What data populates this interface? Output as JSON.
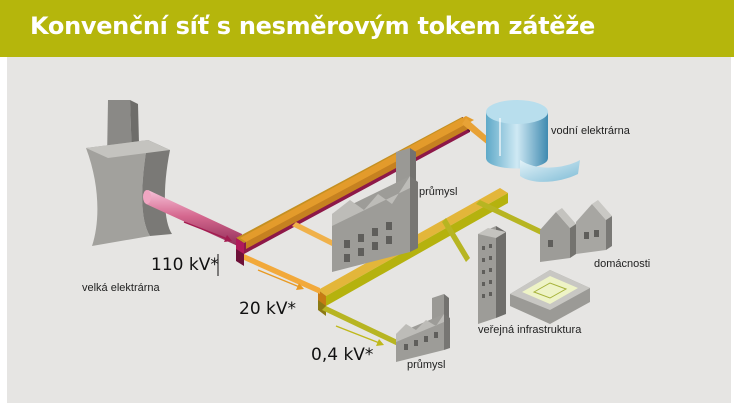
{
  "title": "Konvenční síť s nesměrovým tokem zátěže",
  "labels": {
    "power_plant": "velká elektrárna",
    "hydro_plant": "vodní elektrárna",
    "industry_top": "průmysl",
    "households": "domácnosti",
    "public_infrastructure": "veřejná infrastruktura",
    "industry_bottom": "průmysl"
  },
  "voltages": {
    "high": "110 kV*",
    "medium": "20 kV*",
    "low": "0,4 kV*"
  },
  "colors": {
    "header": "#b5b60c",
    "background": "#e6e5e3",
    "bus_110kv": "#8d1848",
    "bus_20kv_top": "#e8a236",
    "bus_04kv_top": "#d6cf3a",
    "buildings": "#8e8d89",
    "water": "#a9d4e6"
  }
}
